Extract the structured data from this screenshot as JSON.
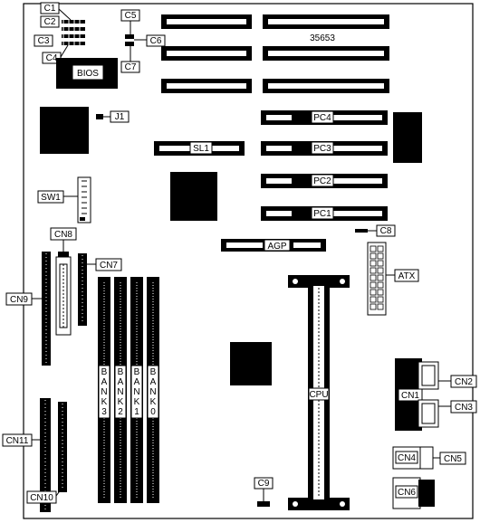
{
  "board": {
    "part_number": "35653",
    "bios": "BIOS",
    "slots": {
      "pc4": "PC4",
      "pc3": "PC3",
      "pc2": "PC2",
      "pc1": "PC1",
      "sl1": "SL1",
      "agp": "AGP"
    },
    "cpu": "CPU",
    "atx": "ATX",
    "sw1": "SW1",
    "jumpers": {
      "c1": "C1",
      "c2": "C2",
      "c3": "C3",
      "c4": "C4",
      "c5": "C5",
      "c6": "C6",
      "c7": "C7",
      "c8": "C8",
      "c9": "C9",
      "j1": "J1"
    },
    "connectors": {
      "cn1": "CN1",
      "cn2": "CN2",
      "cn3": "CN3",
      "cn4": "CN4",
      "cn5": "CN5",
      "cn6": "CN6",
      "cn7": "CN7",
      "cn8": "CN8",
      "cn9": "CN9",
      "cn10": "CN10",
      "cn11": "CN11"
    },
    "banks": {
      "b3": [
        "B",
        "A",
        "N",
        "K",
        "3"
      ],
      "b2": [
        "B",
        "A",
        "N",
        "K",
        "2"
      ],
      "b1": [
        "B",
        "A",
        "N",
        "K",
        "1"
      ],
      "b0": [
        "B",
        "A",
        "N",
        "K",
        "0"
      ]
    }
  }
}
